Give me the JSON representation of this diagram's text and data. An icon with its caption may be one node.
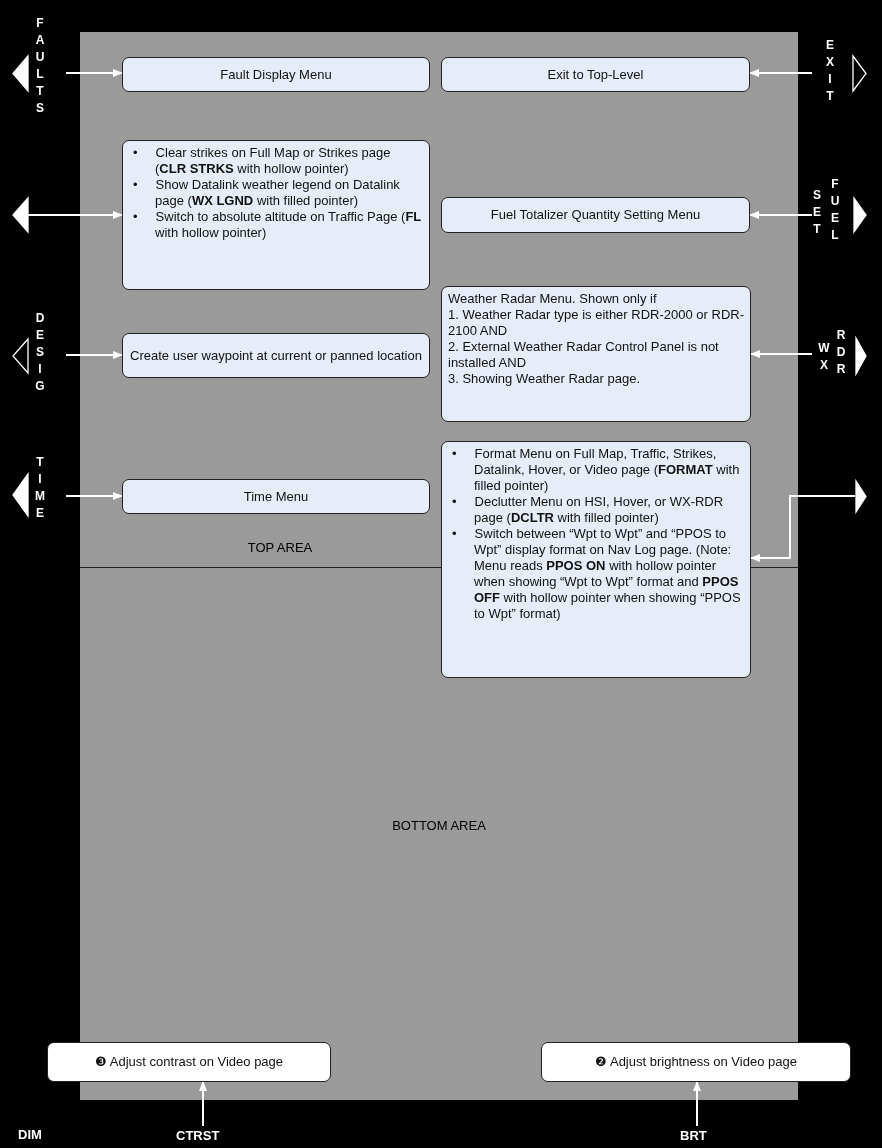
{
  "diagram": {
    "nodes": [
      {
        "text": [
          "FAULTS"
        ]
      },
      {
        "text": [
          "Fault Display Menu"
        ]
      },
      {
        "text": [
          "Exit to Top-Level"
        ]
      },
      {
        "text": [
          "EXIT"
        ]
      },
      {
        "text": [],
        "shape": "triangle"
      },
      {
        "text": [
          "• Clear strikes on Full Map or Strikes page (**CLR STRKS** with hollow pointer)",
          "• Show Datalink weather legend on Datalink page (**WX LGND** with filled pointer)",
          "• Switch to absolute altitude on Traffic Page (**FL** with hollow pointer)"
        ]
      },
      {
        "text": [
          "Fuel Totalizer Quantity Setting Menu"
        ]
      },
      {
        "text": [
          "SET",
          "FUEL"
        ]
      },
      {
        "text": [
          "DESIG"
        ]
      },
      {
        "text": [
          "Create user waypoint at current or panned location"
        ]
      },
      {
        "text": [
          "Weather Radar Menu. Shown only if",
          "1. Weather Radar type is either RDR-2000 or RDR-2100 AND",
          "2. External Weather Radar Control Panel is not installed AND",
          "3. Showing Weather Radar page."
        ]
      },
      {
        "text": [
          "WX",
          "RDR"
        ]
      },
      {
        "text": [
          "TIME"
        ]
      },
      {
        "text": [
          "Time Menu"
        ]
      },
      {
        "text": [
          "• Format Menu on Full Map, Traffic, Strikes, Datalink, Hover, or Video page (**FORMAT** with filled pointer)",
          "• Declutter Menu on HSI, Hover, or WX-RDR page (**DCLTR** with filled pointer)",
          "• Switch between “Wpt to Wpt” and “PPOS to Wpt” display format on Nav Log page. (Note: Menu reads **PPOS ON** with hollow pointer when showing “Wpt to Wpt” format and **PPOS OFF** with hollow pointer when showing “PPOS to Wpt” format)"
        ]
      },
      {
        "text": [],
        "shape": "triangle"
      },
      {
        "text": [
          "❸ Adjust contrast on Video page"
        ]
      },
      {
        "text": [
          "❷ Adjust brightness on Video page"
        ]
      },
      {
        "text": [
          "CTRST"
        ]
      },
      {
        "text": [
          "BRT"
        ]
      }
    ],
    "edges": [
      {
        "from": 0,
        "to": 1,
        "arrow": "to"
      },
      {
        "from": 3,
        "to": 2,
        "arrow": "to"
      },
      {
        "from": 4,
        "to": 5,
        "arrow": "to"
      },
      {
        "from": 7,
        "to": 6,
        "arrow": "to"
      },
      {
        "from": 8,
        "to": 9,
        "arrow": "to"
      },
      {
        "from": 11,
        "to": 10,
        "arrow": "to"
      },
      {
        "from": 12,
        "to": 13,
        "arrow": "to"
      },
      {
        "from": 15,
        "to": 14,
        "arrow": "to"
      },
      {
        "from": 18,
        "to": 16,
        "arrow": "to"
      },
      {
        "from": 19,
        "to": 17,
        "arrow": "to"
      }
    ],
    "labels": [
      "TOP AREA",
      "BOTTOM AREA",
      "DIM"
    ]
  }
}
